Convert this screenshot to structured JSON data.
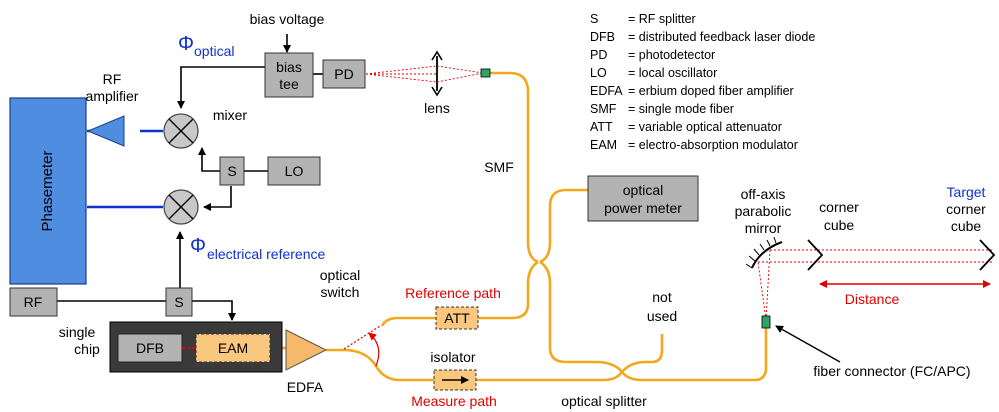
{
  "labels": {
    "bias_voltage": "bias voltage",
    "bias_tee_line1": "bias",
    "bias_tee_line2": "tee",
    "pd": "PD",
    "phi_optical_symbol": "Φ",
    "phi_optical_sub": "optical",
    "rf_amplifier_line1": "RF",
    "rf_amplifier_line2": "amplifier",
    "mixer": "mixer",
    "lens": "lens",
    "s_top": "S",
    "lo": "LO",
    "phasemeter": "Phasemeter",
    "phi_elec_symbol": "Φ",
    "phi_elec_sub": "electrical reference",
    "rf": "RF",
    "s_bottom": "S",
    "single_chip_line1": "single",
    "single_chip_line2": "chip",
    "dfb": "DFB",
    "eam": "EAM",
    "edfa": "EDFA",
    "optical_switch_line1": "optical",
    "optical_switch_line2": "switch",
    "reference_path": "Reference path",
    "att": "ATT",
    "isolator": "isolator",
    "measure_path": "Measure path",
    "smf": "SMF",
    "optical_power_meter_line1": "optical",
    "optical_power_meter_line2": "power meter",
    "not_used_line1": "not",
    "not_used_line2": "used",
    "optical_splitter": "optical splitter",
    "off_axis_line1": "off-axis",
    "off_axis_line2": "parabolic",
    "off_axis_line3": "mirror",
    "corner_cube_line1": "corner",
    "corner_cube_line2": "cube",
    "target_line1": "Target",
    "target_line2": "corner",
    "target_line3": "cube",
    "distance": "Distance",
    "fiber_connector": "fiber connector (FC/APC)"
  },
  "legend": [
    {
      "abbr": "S",
      "def": "= RF splitter"
    },
    {
      "abbr": "DFB",
      "def": "= distributed feedback laser diode"
    },
    {
      "abbr": "PD",
      "def": "= photodetector"
    },
    {
      "abbr": "LO",
      "def": "= local oscillator"
    },
    {
      "abbr": "EDFA",
      "def": "= erbium doped fiber amplifier"
    },
    {
      "abbr": "SMF",
      "def": "= single mode fiber"
    },
    {
      "abbr": "ATT",
      "def": "= variable optical attenuator"
    },
    {
      "abbr": "EAM",
      "def": "= electro-absorption modulator"
    }
  ],
  "colors": {
    "fiber": "#f2a81d",
    "component_gray": "#b3b3b3",
    "phasemeter_blue": "#4f8de0",
    "rf_line_blue": "#1030d0",
    "chip_dark": "#3a3a3a",
    "eam_fill": "#f9c77e",
    "amp_orange": "#f6b86a",
    "laser_red": "#e00000",
    "label_blue": "#1030d0"
  }
}
